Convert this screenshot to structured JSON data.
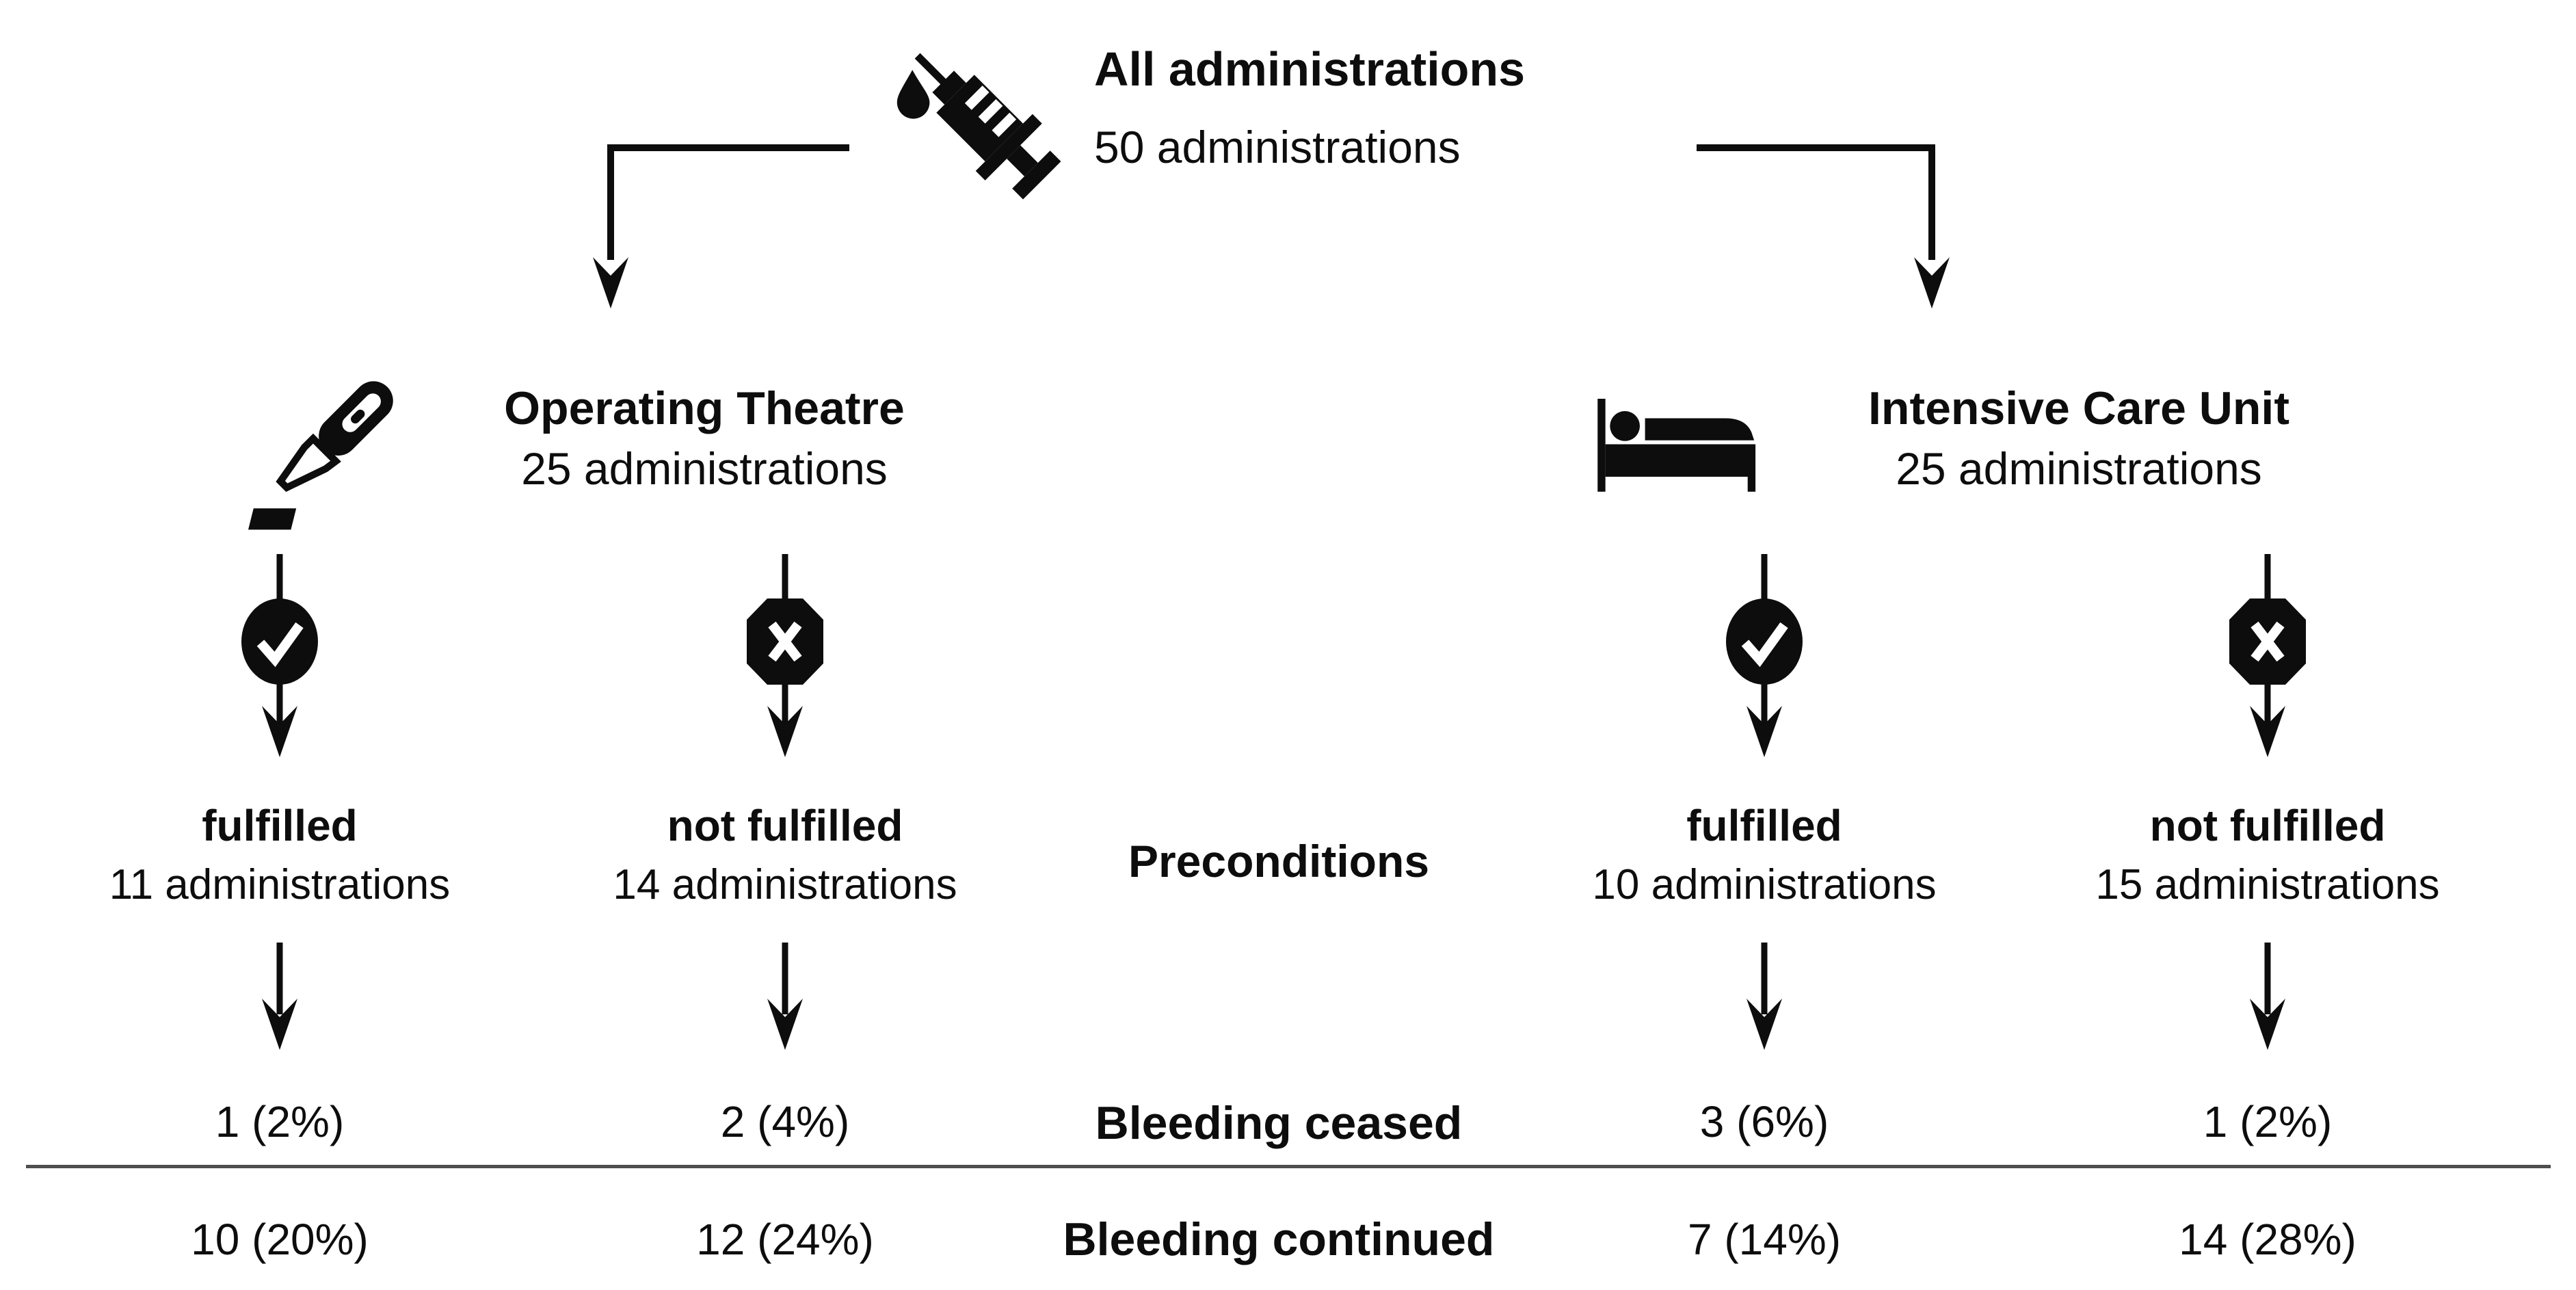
{
  "colors": {
    "ink": "#0d0d0d",
    "divider": "#4f4f4f",
    "background": "#ffffff",
    "icon_glyph": "#ffffff"
  },
  "root": {
    "icon": "syringe-icon",
    "title": "All administrations",
    "subtitle": "50 administrations"
  },
  "branches": [
    {
      "id": "operating-theatre",
      "icon": "scalpel-icon",
      "title": "Operating Theatre",
      "subtitle": "25 administrations"
    },
    {
      "id": "intensive-care-unit",
      "icon": "bed-icon",
      "title": "Intensive Care Unit",
      "subtitle": "25 administrations"
    }
  ],
  "preconditions": {
    "label": "Preconditions",
    "columns": [
      {
        "branch": "Operating Theatre",
        "icon": "check-icon",
        "status": "fulfilled",
        "count": "11 administrations"
      },
      {
        "branch": "Operating Theatre",
        "icon": "cross-icon",
        "status": "not fulfilled",
        "count": "14 administrations"
      },
      {
        "branch": "Intensive Care Unit",
        "icon": "check-icon",
        "status": "fulfilled",
        "count": "10 administrations"
      },
      {
        "branch": "Intensive Care Unit",
        "icon": "cross-icon",
        "status": "not fulfilled",
        "count": "15 administrations"
      }
    ]
  },
  "outcomes": {
    "ceased": {
      "label": "Bleeding ceased",
      "values": [
        "1 (2%)",
        "2 (4%)",
        "3 (6%)",
        "1 (2%)"
      ]
    },
    "continued": {
      "label": "Bleeding continued",
      "values": [
        "10 (20%)",
        "12 (24%)",
        "7 (14%)",
        "14 (28%)"
      ]
    }
  }
}
